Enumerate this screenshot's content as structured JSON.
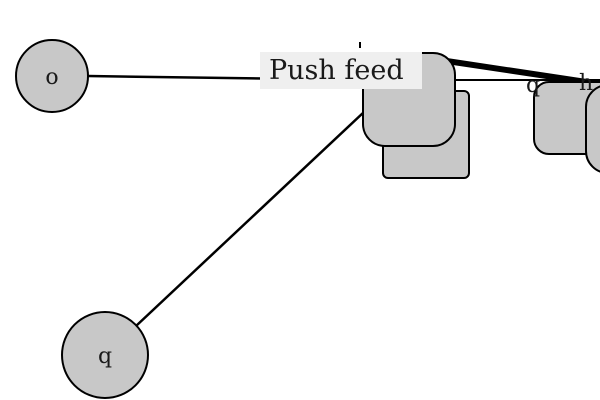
{
  "diagram": {
    "nodes": {
      "o": {
        "label": "o"
      },
      "q": {
        "label": "q"
      },
      "hub_front": {
        "label": ""
      },
      "hub_back": {
        "label": ""
      },
      "right_a": {
        "label": ""
      },
      "right_b": {
        "label": ""
      }
    },
    "edge_labels": {
      "near_hub": "q",
      "near_right": "h"
    },
    "tooltip": {
      "label": "Push feed"
    }
  },
  "colors": {
    "node_fill": "#c8c8c8",
    "stroke": "#000000",
    "tooltip_fill": "#efefef"
  }
}
